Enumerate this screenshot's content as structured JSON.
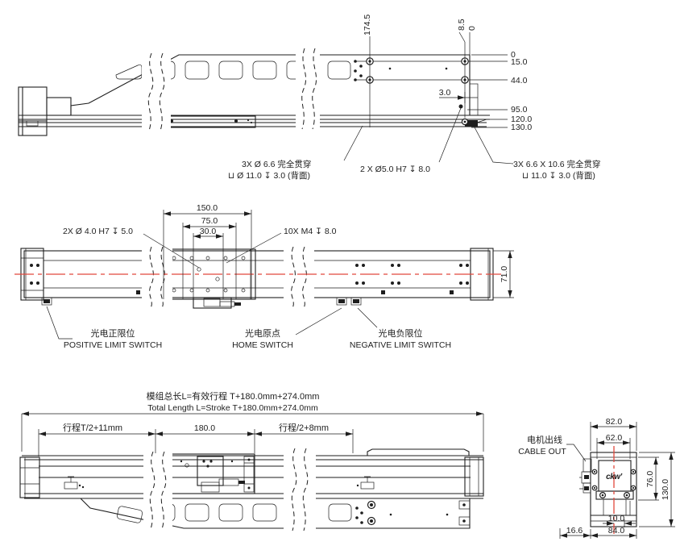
{
  "top_view": {
    "dim_174_5": "174.5",
    "dim_8_5": "8.5",
    "dim_0_h": "0",
    "right_dims": [
      "0",
      "15.0",
      "44.0",
      "95.0",
      "120.0",
      "130.0"
    ],
    "dim_3_0": "3.0",
    "note_cbore_left_l1": "3X  Ø 6.6 完全贯穿",
    "note_cbore_left_l2": "⊔ Ø 11.0  ↧ 3.0 (背面)",
    "note_dowel": "2 X Ø5.0 H7  ↧ 8.0",
    "note_cbore_right_l1": "3X 6.6 X 10.6 完全贯穿",
    "note_cbore_right_l2": "⊔ 11.0  ↧ 3.0 (背面)"
  },
  "plan_view": {
    "dim_150": "150.0",
    "dim_75": "75.0",
    "dim_30": "30.0",
    "dim_71": "71.0",
    "note_pin": "2X  Ø 4.0 H7  ↧ 5.0",
    "note_tap": "10X  M4  ↧ 8.0",
    "switch_positive_cn": "光电正限位",
    "switch_positive_en": "POSITIVE LIMIT SWITCH",
    "switch_home_cn": "光电原点",
    "switch_home_en": "HOME SWITCH",
    "switch_negative_cn": "光电负限位",
    "switch_negative_en": "NEGATIVE LIMIT SWITCH"
  },
  "bottom_view": {
    "total_length_cn": "模组总长L=有效行程 T+180.0mm+274.0mm",
    "total_length_en": "Total Length L=Stroke T+180.0mm+274.0mm",
    "dim_stroke_left": "行程T/2+11mm",
    "dim_180": "180.0",
    "dim_stroke_right": "行程/2+8mm"
  },
  "end_view": {
    "cable_cn": "电机出线",
    "cable_en": "CABLE OUT",
    "dim_82": "82.0",
    "dim_62": "62.0",
    "dim_76": "76.0",
    "dim_130": "130.0",
    "dim_10": "10.0",
    "dim_84": "84.0",
    "dim_16_6": "16.6",
    "logo": "ckw’"
  },
  "colors": {
    "line": "#1e1e1e",
    "centerline": "#e2483d",
    "background": "#ffffff"
  }
}
